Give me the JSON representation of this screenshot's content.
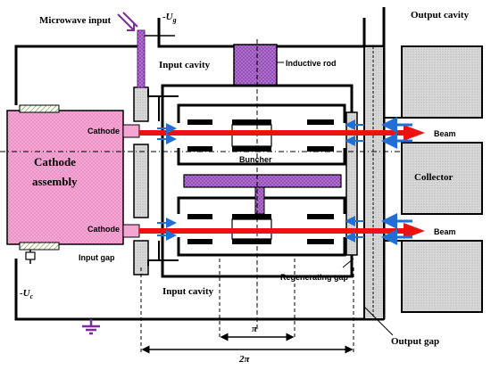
{
  "labels": {
    "microwave_input": "Microwave input",
    "ug": "-U",
    "ug_sub": "g",
    "output_cavity": "Output cavity",
    "input_cavity_top": "Input cavity",
    "inductive_rod": "Inductive rod",
    "cathode_top": "Cathode",
    "cathode_bottom": "Cathode",
    "cathode_assembly_1": "Cathode",
    "cathode_assembly_2": "assembly",
    "beam_top": "Beam",
    "beam_bottom": "Beam",
    "buncher": "Buncher",
    "collector": "Collector",
    "input_gap": "Input gap",
    "uc": "-U",
    "uc_sub": "c",
    "input_cavity_bottom": "Input cavity",
    "regenerating_gap": "Regenerating gap",
    "output_gap": "Output gap",
    "pi": "π",
    "two_pi": "2π"
  },
  "colors": {
    "cathode_fill": "#f4a6d3",
    "purple": "#7b2c9f",
    "purple_light": "#a45ec7",
    "beam_red": "#ee1111",
    "arrow_blue": "#1f6fd6",
    "grey_block": "#d2d2d2",
    "hatch_green": "#7aa84a"
  },
  "icons": {
    "ground": "ground-symbol-icon",
    "input_arrow": "microwave-input-arrow-icon"
  }
}
